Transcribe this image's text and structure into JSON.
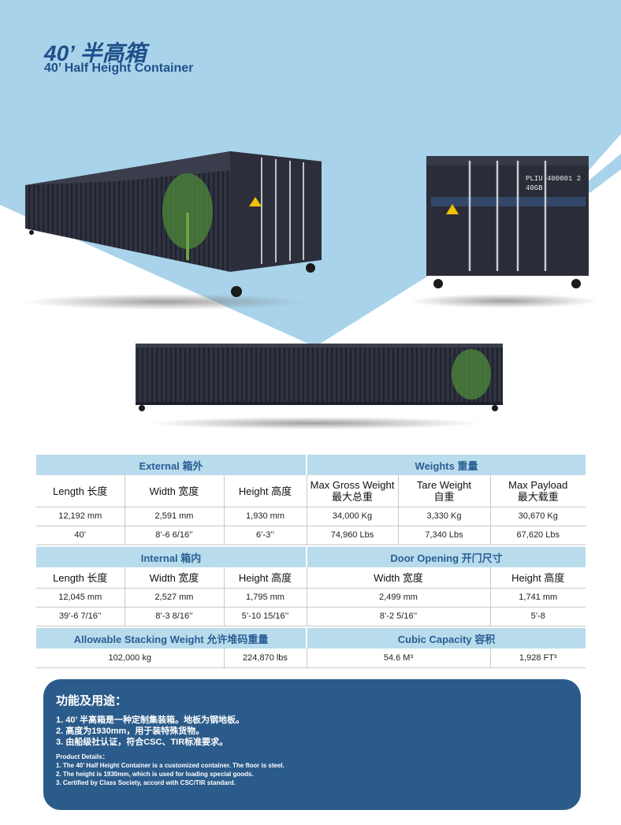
{
  "header": {
    "title_cn": "40’ 半高箱",
    "title_en": "40’ Half Height Container"
  },
  "container_markings": {
    "code": "PLIU 400001 2",
    "type": "40GB"
  },
  "specs": {
    "external": {
      "section_label": "External 箱外",
      "columns": [
        "Length 长度",
        "Width 宽度",
        "Height 高度"
      ],
      "rows": [
        [
          "12,192 mm",
          "2,591 mm",
          "1,930 mm"
        ],
        [
          "40’",
          "8’-6 6/16’’",
          "6’-3’’"
        ]
      ]
    },
    "weights": {
      "section_label": "Weights 重量",
      "columns": [
        {
          "en": "Max Gross Weight",
          "cn": "最大总重"
        },
        {
          "en": "Tare Weight",
          "cn": "自重"
        },
        {
          "en": "Max Payload",
          "cn": "最大载重"
        }
      ],
      "rows": [
        [
          "34,000 Kg",
          "3,330 Kg",
          "30,670 Kg"
        ],
        [
          "74,960 Lbs",
          "7,340 Lbs",
          "67,620 Lbs"
        ]
      ]
    },
    "internal": {
      "section_label": "Internal 箱内",
      "columns": [
        "Length 长度",
        "Width 宽度",
        "Height 高度"
      ],
      "rows": [
        [
          "12,045 mm",
          "2,527 mm",
          "1,795 mm"
        ],
        [
          "39’-6 7/16’’",
          "8’-3 8/16’’",
          "5’-10 15/16’’"
        ]
      ]
    },
    "door_opening": {
      "section_label": "Door Opening 开门尺寸",
      "columns": [
        "Width 宽度",
        "Height 高度"
      ],
      "rows": [
        [
          "2,499 mm",
          "1,741 mm"
        ],
        [
          "8’-2 5/16’’",
          "5’-8"
        ]
      ]
    },
    "stacking": {
      "section_label": "Allowable Stacking Weight 允许堆码重量",
      "values": [
        "102,000 kg",
        "224,870 lbs"
      ]
    },
    "cubic": {
      "section_label": "Cubic Capacity 容积",
      "values": [
        "54.6 M³",
        "1,928 FT³"
      ]
    }
  },
  "details": {
    "title_cn": "功能及用途：",
    "cn_lines": [
      "1. 40’ 半高箱是一种定制集装箱。地板为钢地板。",
      "2. 高度为1930mm，用于装特殊货物。",
      "3. 由船级社认证，符合CSC、TIR标准要求。"
    ],
    "en_heading": "Product Details：",
    "en_lines": [
      "1. The 40’ Half Height Container is a customized container. The floor is steel.",
      "2. The height is 1930mm, which is used for loading special goods.",
      "3. Certified by Class Society, accord with CSC/TIR standard."
    ]
  },
  "colors": {
    "sky": "#a9d3ea",
    "section_bg": "#b9dcec",
    "section_text": "#2a5e95",
    "title": "#1f4f8a",
    "details_bg": "#2b5b8a",
    "container": "#2a2d38"
  }
}
